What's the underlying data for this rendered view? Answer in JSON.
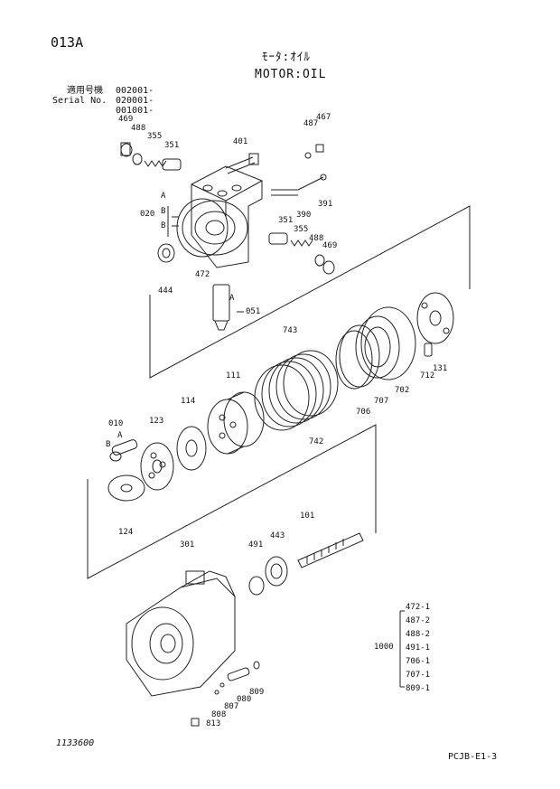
{
  "header": {
    "page_code": "013A",
    "title_jp": "ﾓｰﾀ:ｵｲﾙ",
    "title_en": "MOTOR:OIL",
    "serial_label_jp": "適用号機",
    "serial_label_en": "Serial No.",
    "serials": [
      "002001-",
      "020001-",
      "001001-"
    ]
  },
  "footer": {
    "drawing_no": "1133600",
    "sheet_ref": "PCJB-E1-3"
  },
  "callouts": {
    "p469a": "469",
    "p488a": "488",
    "p355a": "355",
    "p351a": "351",
    "p401": "401",
    "p487a": "487",
    "p467": "467",
    "p391": "391",
    "p390": "390",
    "p020": "020",
    "A1": "A",
    "B1": "B",
    "B2": "B",
    "p351b": "351",
    "p355b": "355",
    "p488b": "488",
    "p469b": "469",
    "p444": "444",
    "p472": "472",
    "A2": "A",
    "p051": "051",
    "p743": "743",
    "p111": "111",
    "p114": "114",
    "p123": "123",
    "p010": "010",
    "A3": "A",
    "B3": "B",
    "p742": "742",
    "p706": "706",
    "p707": "707",
    "p702": "702",
    "p712": "712",
    "p131": "131",
    "p124": "124",
    "p101": "101",
    "p301": "301",
    "p491": "491",
    "p443": "443",
    "p808": "808",
    "p807": "807",
    "p080": "080",
    "p809": "809",
    "p813": "813"
  },
  "kit": {
    "number": "1000",
    "items": [
      "472-1",
      "487-2",
      "488-2",
      "491-1",
      "706-1",
      "707-1",
      "809-1"
    ]
  }
}
